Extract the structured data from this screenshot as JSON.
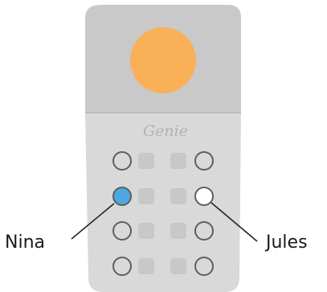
{
  "device": {
    "brand": "Genie",
    "colors": {
      "lid": "#c9c9c9",
      "lid_edge": "#b5b5b5",
      "body": "#d9d9d9",
      "key_square": "#c8c8c8",
      "key_circle_stroke": "#5e5e5e",
      "button_outline_stroke": "#5e5e5e",
      "sun": "#f9b057",
      "brand_text": "#b3b3b3"
    },
    "button_rows": [
      {
        "left": "off",
        "right": "off"
      },
      {
        "left": "blue",
        "right": "white"
      },
      {
        "left": "off",
        "right": "off"
      },
      {
        "left": "off",
        "right": "off"
      }
    ],
    "button_colors": {
      "off": "none",
      "blue": "#4da8e2",
      "white": "#ffffff"
    }
  },
  "callouts": {
    "left": {
      "label": "Nina"
    },
    "right": {
      "label": "Jules"
    }
  }
}
